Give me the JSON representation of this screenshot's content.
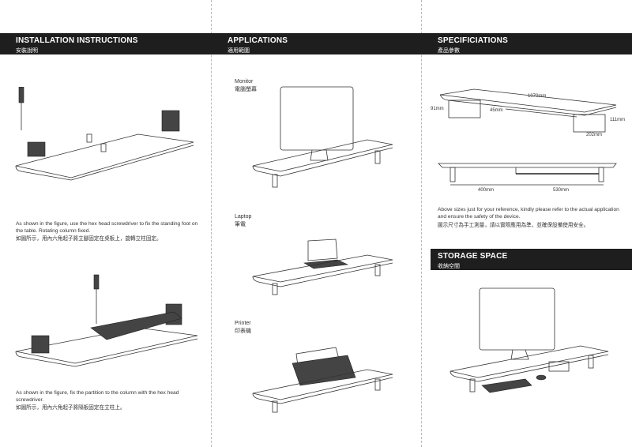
{
  "installation": {
    "title": "INSTALLATION INSTRUCTIONS",
    "title_zh": "安裝說明",
    "step1_en": "As shown in the figure, use the hex head screwdriver to fix the standing foot on the table. Rotating column fixed.",
    "step1_zh": "如圖所示，用內六角起子將立腳固定在桌板上，旋轉立柱固定。",
    "step2_en": "As shown in the figure, fix the partition to the column with the hex head screwdriver.",
    "step2_zh": "如圖所示，用內六角起子將隔板固定在立柱上。"
  },
  "applications": {
    "title": "APPLICATIONS",
    "title_zh": "適用範圍",
    "items": [
      {
        "en": "Monitor",
        "zh": "電腦螢幕"
      },
      {
        "en": "Laptop",
        "zh": "筆電"
      },
      {
        "en": "Printer",
        "zh": "印表機"
      }
    ]
  },
  "specifications": {
    "title": "SPECIFICIATIONS",
    "title_zh": "產品參數",
    "dims": {
      "length": "1070mm",
      "left_height": "91mm",
      "shelf_height": "45mm",
      "right_height": "111mm",
      "depth": "202mm",
      "left_span": "400mm",
      "right_span": "530mm"
    },
    "note_en": "Above sizes just for your reference, kindly please refer to the actual application and ensure the safety of the device.",
    "note_zh": "圖示尺寸為手工測量，請以實際應用為準，並確保設備使用安全。"
  },
  "storage": {
    "title": "STORAGE SPACE",
    "title_zh": "收納空間"
  }
}
